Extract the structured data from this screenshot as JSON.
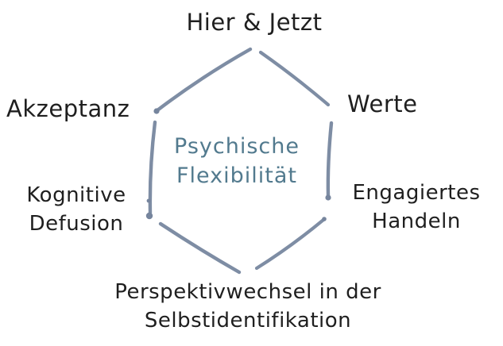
{
  "diagram": {
    "kind": "hexaflex-model",
    "center": {
      "label": "Psychische Flexibilität"
    },
    "nodes": {
      "top": {
        "label": "Hier & Jetzt"
      },
      "upper_right": {
        "label": "Werte"
      },
      "lower_right": {
        "label": "Engagiertes Handeln"
      },
      "bottom": {
        "label": "Perspektivwechsel in der Selbstidentifikation"
      },
      "lower_left": {
        "label": "Kognitive Defusion"
      },
      "upper_left": {
        "label": "Akzeptanz"
      }
    },
    "colors": {
      "background": "#ffffff",
      "label_text": "#1f1f1f",
      "center_text": "#527a8e",
      "hexagon_line": "#7e8da4"
    }
  }
}
